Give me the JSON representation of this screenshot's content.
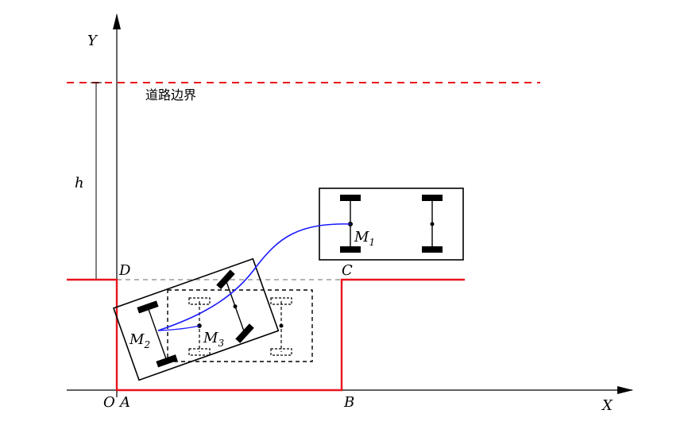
{
  "diagram": {
    "axis_labels": {
      "x": "X",
      "y": "Y",
      "origin": "O"
    },
    "point_labels": {
      "A": "A",
      "B": "B",
      "C": "C",
      "D": "D"
    },
    "height_label": "h",
    "road_boundary_label": "道路边界",
    "positions": {
      "m1": {
        "base": "M",
        "sub": "1"
      },
      "m2": {
        "base": "M",
        "sub": "2"
      },
      "m3": {
        "base": "M",
        "sub": "3"
      }
    },
    "colors": {
      "road_boundary": "#e8141c",
      "slot_outline": "#e8141c",
      "trajectory": "#1a1aff",
      "reference_line": "#888888",
      "ink": "#000000"
    }
  }
}
